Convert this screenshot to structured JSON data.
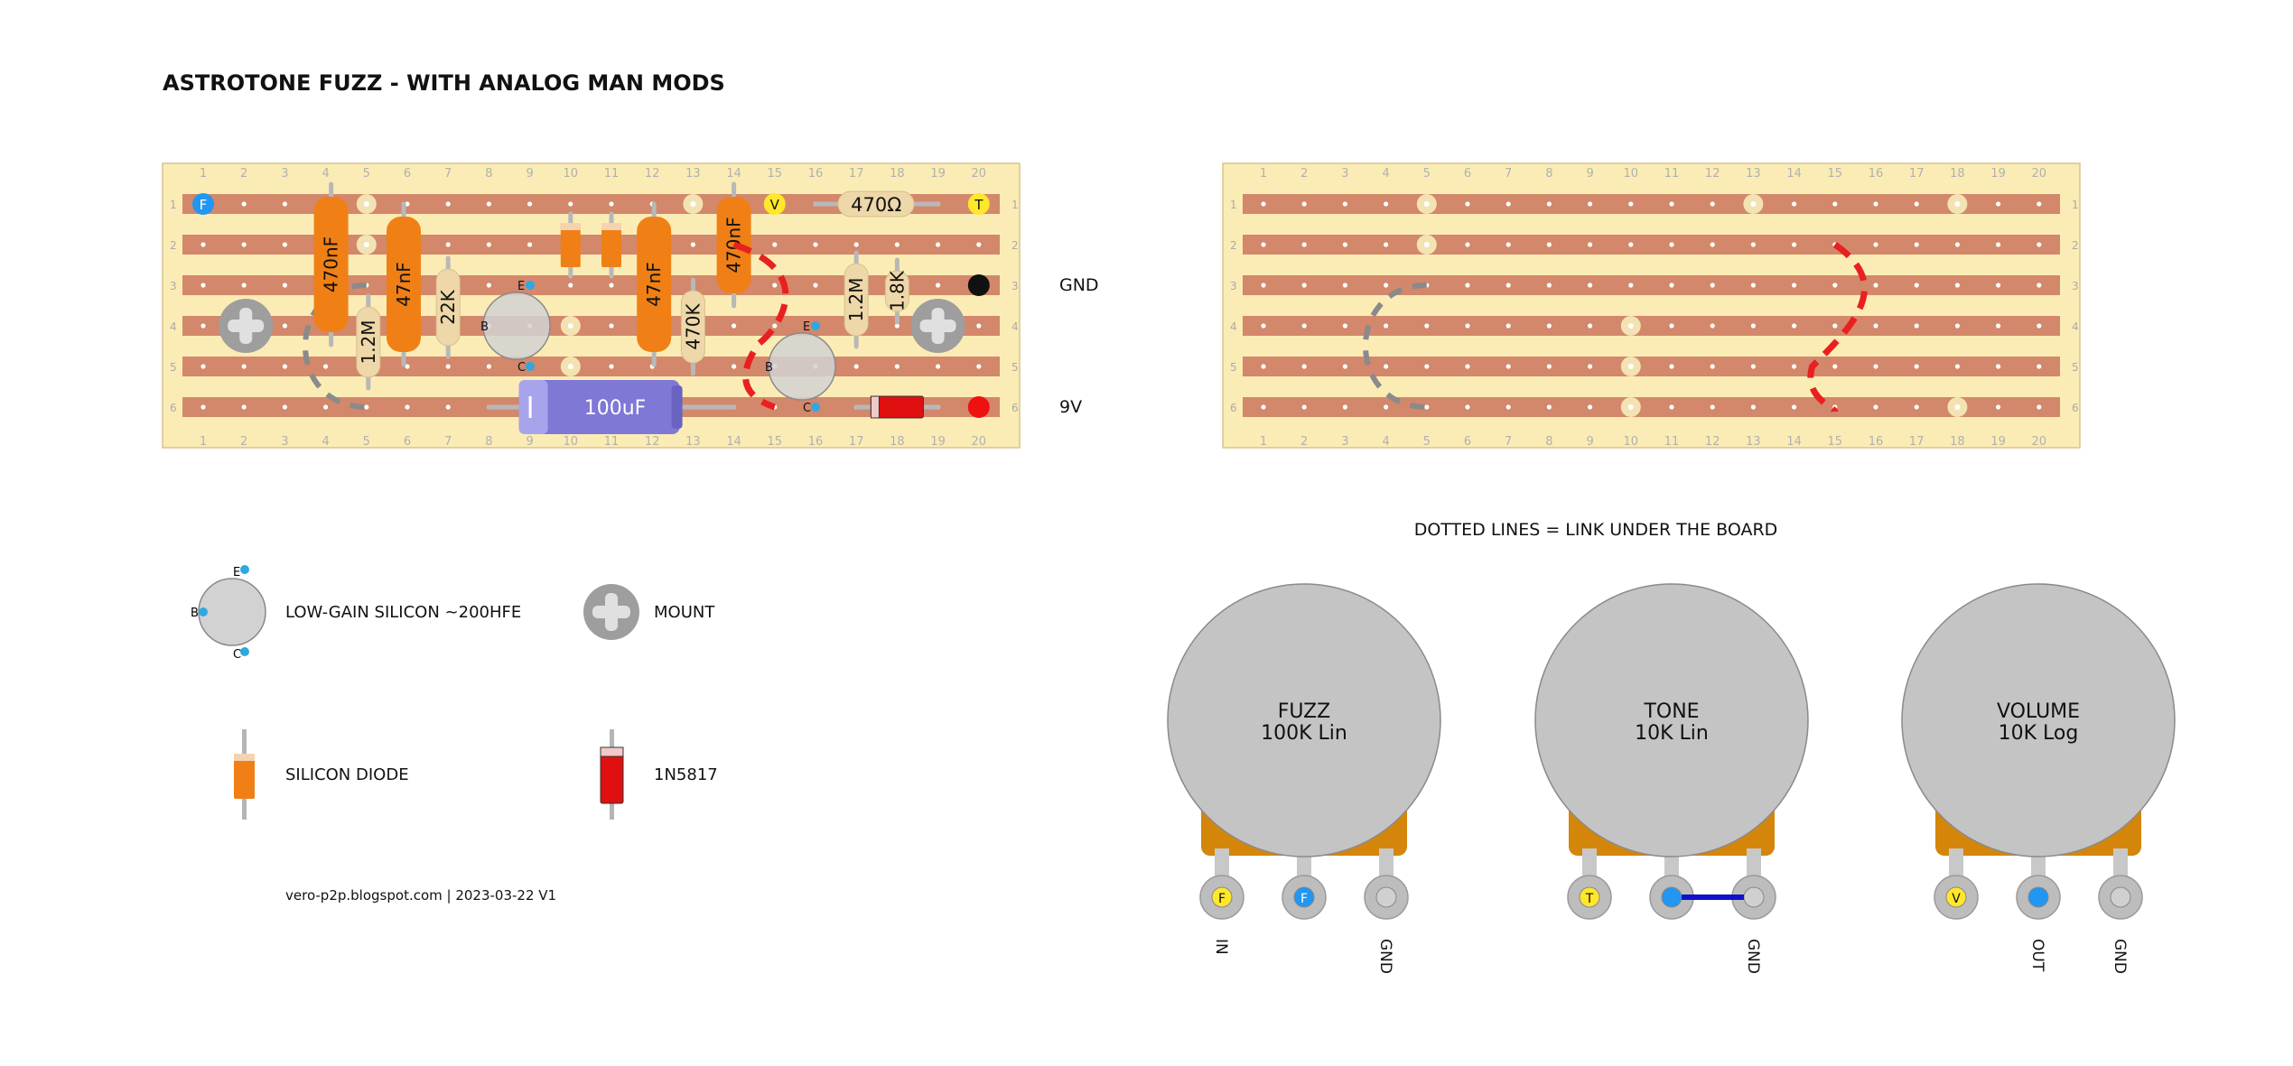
{
  "title": "ASTROTONE FUZZ - WITH ANALOG MAN MODS",
  "colors": {
    "board": "#fbecb5",
    "strip": "#d3876b",
    "cut": "#f3e3b3",
    "cap_orange": "#f08015",
    "resistor": "#eed7a8",
    "electrolytic": "#7f78d6",
    "transistor": "#d2d2d2",
    "mount": "#9e9e9e",
    "diode_red": "#e01010",
    "link_red": "#e82020",
    "pad_blue": "#2196f3",
    "pad_yellow": "#ffe72a",
    "pot": "#c4c4c4",
    "pot_body": "#d4860b",
    "pot_jumper": "#1010cc"
  },
  "board": {
    "columns": [
      "1",
      "2",
      "3",
      "4",
      "5",
      "6",
      "7",
      "8",
      "9",
      "10",
      "11",
      "12",
      "13",
      "14",
      "15",
      "16",
      "17",
      "18",
      "19",
      "20"
    ],
    "rows": [
      "1",
      "2",
      "3",
      "4",
      "5",
      "6"
    ],
    "left_labels": {
      "gnd": "GND",
      "nine_v": "9V"
    },
    "components": {
      "c1": "470nF",
      "c2": "47nF",
      "r1": "22K",
      "r2": "1.2M",
      "c3": "47nF",
      "r3": "470K",
      "c4": "470nF",
      "r4": "470Ω",
      "r5": "1.2M",
      "r6": "1.8K",
      "elec": "100uF"
    },
    "pads": {
      "fuzz": "F",
      "volume": "V",
      "tone": "T"
    },
    "transistor_pins": {
      "e": "E",
      "b": "B",
      "c": "C"
    }
  },
  "note": "DOTTED LINES = LINK UNDER THE BOARD",
  "legend": {
    "transistor": "LOW-GAIN SILICON ~200HFE",
    "transistor_pins": {
      "e": "E",
      "b": "B",
      "c": "C"
    },
    "mount": "MOUNT",
    "diode": "SILICON DIODE",
    "schottky": "1N5817"
  },
  "credit": "vero-p2p.blogspot.com  |  2023-03-22 V1",
  "pots": [
    {
      "name": "FUZZ",
      "value": "100K Lin",
      "pin_marks": [
        "F",
        "F",
        ""
      ],
      "pin_labels": [
        "IN",
        "",
        "GND"
      ]
    },
    {
      "name": "TONE",
      "value": "10K Lin",
      "pin_marks": [
        "T",
        "",
        ""
      ],
      "pin_labels": [
        "",
        "",
        "GND"
      ]
    },
    {
      "name": "VOLUME",
      "value": "10K Log",
      "pin_marks": [
        "V",
        "",
        ""
      ],
      "pin_labels": [
        "",
        "OUT",
        "GND"
      ]
    }
  ]
}
